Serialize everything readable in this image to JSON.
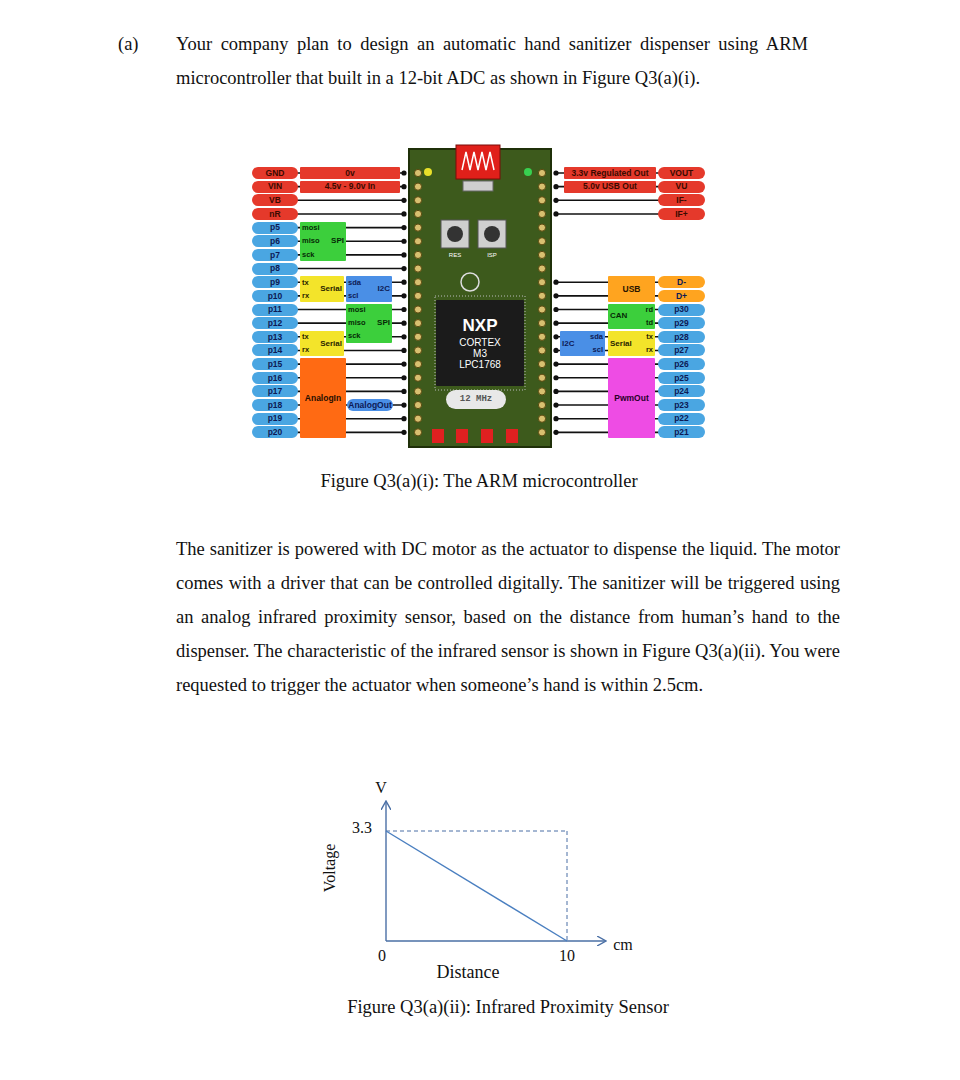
{
  "diagram": {
    "nodes": [
      {
        "text": [
          "GND"
        ]
      },
      {
        "text": [
          "VIN"
        ]
      },
      {
        "text": [
          "VB"
        ]
      },
      {
        "text": [
          "nR"
        ]
      },
      {
        "text": [
          "p5"
        ]
      },
      {
        "text": [
          "p6"
        ]
      },
      {
        "text": [
          "p7"
        ]
      },
      {
        "text": [
          "p8"
        ]
      },
      {
        "text": [
          "p9"
        ]
      },
      {
        "text": [
          "p10"
        ]
      },
      {
        "text": [
          "p11"
        ]
      },
      {
        "text": [
          "p12"
        ]
      },
      {
        "text": [
          "p13"
        ]
      },
      {
        "text": [
          "p14"
        ]
      },
      {
        "text": [
          "p15"
        ]
      },
      {
        "text": [
          "p16"
        ]
      },
      {
        "text": [
          "p17"
        ]
      },
      {
        "text": [
          "p18"
        ]
      },
      {
        "text": [
          "p19"
        ]
      },
      {
        "text": [
          "p20"
        ]
      },
      {
        "text": [
          "0v"
        ]
      },
      {
        "text": [
          "4.5v - 9.0v In"
        ]
      },
      {
        "text": [
          "mosi",
          "miso",
          "sck",
          "SPI"
        ]
      },
      {
        "text": [
          "tx",
          "rx",
          "Serial"
        ]
      },
      {
        "text": [
          "sda",
          "scl",
          "I2C"
        ]
      },
      {
        "text": [
          "mosi",
          "miso",
          "sck",
          "SPI"
        ]
      },
      {
        "text": [
          "tx",
          "rx",
          "Serial"
        ]
      },
      {
        "text": [
          "AnalogIn"
        ]
      },
      {
        "text": [
          "AnalogOut"
        ]
      },
      {
        "text": [
          "NXP",
          "CORTEX M3 LPC1768"
        ]
      },
      {
        "text": [
          "12 MHz"
        ]
      },
      {
        "text": [
          "VOUT"
        ]
      },
      {
        "text": [
          "VU"
        ]
      },
      {
        "text": [
          "IF-"
        ]
      },
      {
        "text": [
          "IF+"
        ]
      },
      {
        "text": [
          "D-"
        ]
      },
      {
        "text": [
          "D+"
        ]
      },
      {
        "text": [
          "p30"
        ]
      },
      {
        "text": [
          "p29"
        ]
      },
      {
        "text": [
          "p28"
        ]
      },
      {
        "text": [
          "p27"
        ]
      },
      {
        "text": [
          "p26"
        ]
      },
      {
        "text": [
          "p25"
        ]
      },
      {
        "text": [
          "p24"
        ]
      },
      {
        "text": [
          "p23"
        ]
      },
      {
        "text": [
          "p22"
        ]
      },
      {
        "text": [
          "p21"
        ]
      },
      {
        "text": [
          "3.3v Regulated Out"
        ]
      },
      {
        "text": [
          "5.0v USB Out"
        ]
      },
      {
        "text": [
          "USB"
        ]
      },
      {
        "text": [
          "rd",
          "td",
          "CAN"
        ]
      },
      {
        "text": [
          "sda",
          "scl",
          "I2C"
        ]
      },
      {
        "text": [
          "tx",
          "rx",
          "Serial"
        ]
      },
      {
        "text": [
          "PwmOut"
        ]
      }
    ],
    "labels": [
      "(a)",
      "Your company plan to design an automatic hand sanitizer dispenser using ARM microcontroller that built in a 12-bit ADC as shown in Figure Q3(a)(i).",
      "RES",
      "ISP",
      "Figure Q3(a)(i): The ARM microcontroller",
      "The sanitizer is powered with DC motor as the actuator to dispense the liquid. The motor comes with a driver that can be controlled digitally. The sanitizer will be triggered using an analog infrared proximity sensor, based on the distance from human’s hand to the dispenser. The characteristic of the infrared sensor is shown in Figure Q3(a)(ii). You were requested to trigger the actuator when someone’s hand is within 2.5cm.",
      "V",
      "3.3",
      "Voltage",
      "0",
      "10",
      "cm",
      "Distance",
      "Figure Q3(a)(ii): Infrared Proximity Sensor"
    ]
  }
}
